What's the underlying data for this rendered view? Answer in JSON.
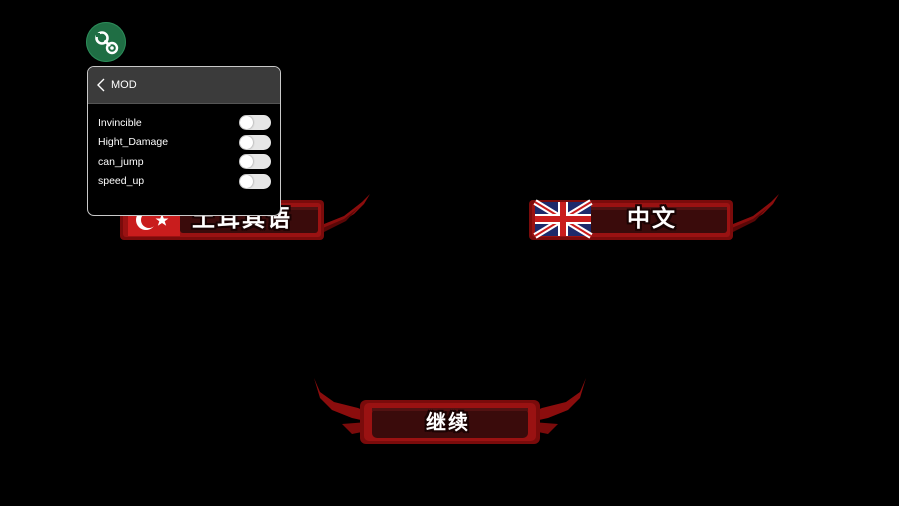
{
  "colors": {
    "background": "#000000",
    "button_frame": "#8b0d0d",
    "button_inner": "#3a0b0b",
    "mod_fab": "#1f6e44",
    "mod_header": "#3b3b3b",
    "toggle_off": "#e6e6e6"
  },
  "mod_menu": {
    "icon": "wrench-gear-icon",
    "title": "MOD",
    "back_icon": "chevron-left-icon",
    "options": [
      {
        "label": "Invincible",
        "enabled": false
      },
      {
        "label": "Hight_Damage",
        "enabled": false
      },
      {
        "label": "can_jump",
        "enabled": false
      },
      {
        "label": "speed_up",
        "enabled": false
      }
    ]
  },
  "language_buttons": [
    {
      "label": "土耳其语",
      "flag": "turkey-flag-icon"
    },
    {
      "label": "中文",
      "flag": "uk-flag-icon"
    }
  ],
  "continue_button": {
    "label": "继续"
  }
}
